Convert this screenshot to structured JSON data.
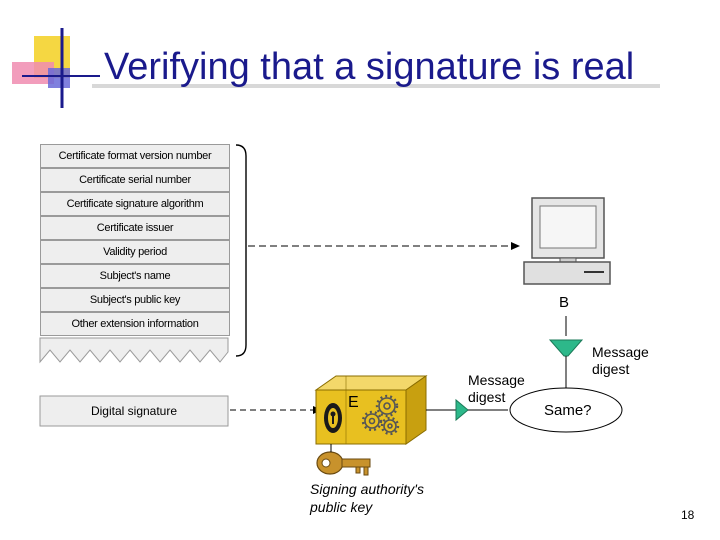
{
  "title": "Verifying that a signature is real",
  "certificate_fields": [
    "Certificate format version number",
    "Certificate serial number",
    "Certificate signature algorithm",
    "Certificate issuer",
    "Validity period",
    "Subject's name",
    "Subject's public key",
    "Other extension information"
  ],
  "digital_signature_label": "Digital signature",
  "box_label": "E",
  "computer_label": "B",
  "message_digest_left": "Message digest",
  "message_digest_right": "Message digest",
  "compare_label": "Same?",
  "key_label_line1": "Signing authority's",
  "key_label_line2": "public key",
  "page_number": "18",
  "colors": {
    "title": "#1a1a8c",
    "box": "#e8c020",
    "funnel": "#2db88a",
    "key": "#c8922c",
    "decor_yellow": "#f5d742",
    "decor_pink": "#f0a0c0",
    "decor_blue": "#1a1a8c"
  }
}
